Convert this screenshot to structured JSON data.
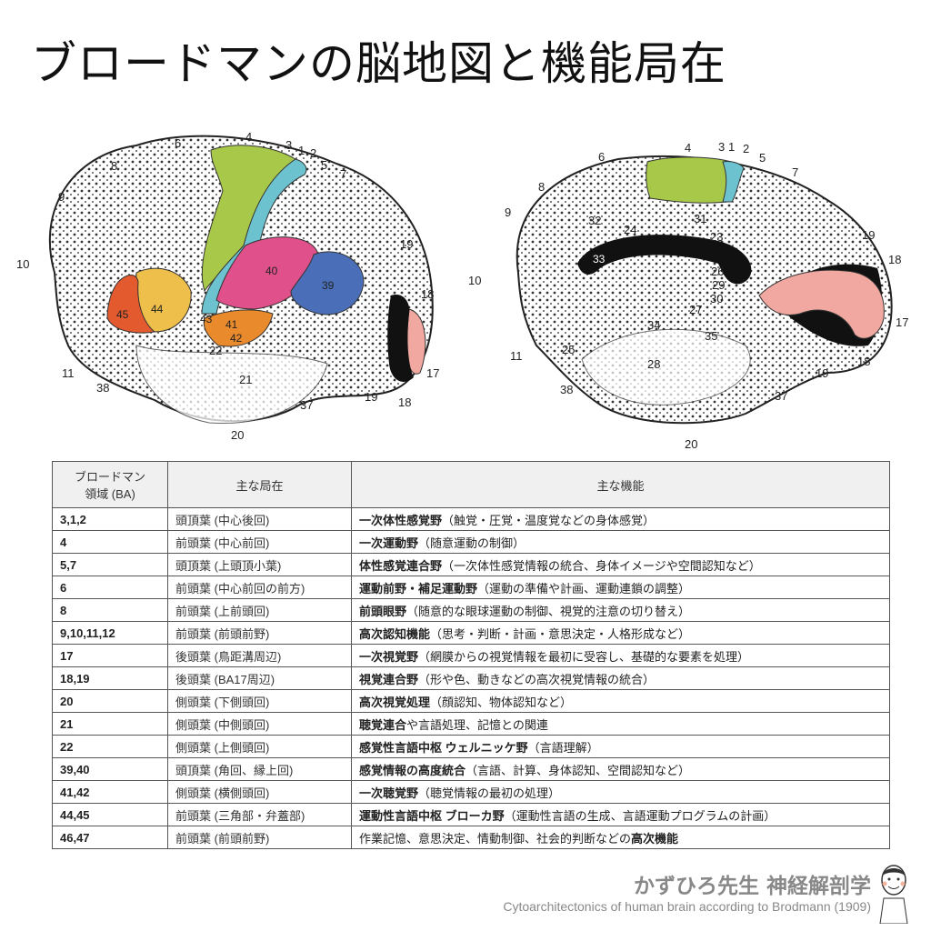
{
  "title": "ブロードマンの脳地図と機能局在",
  "lateral_labels": [
    "6",
    "4",
    "3",
    "1",
    "2",
    "5",
    "7",
    "8",
    "9",
    "10",
    "19",
    "40",
    "39",
    "44",
    "45",
    "43",
    "41",
    "42",
    "22",
    "21",
    "18",
    "17",
    "18",
    "11",
    "38",
    "37",
    "19",
    "20"
  ],
  "medial_labels": [
    "4",
    "3",
    "1",
    "2",
    "5",
    "6",
    "7",
    "8",
    "9",
    "32",
    "24",
    "31",
    "23",
    "10",
    "33",
    "26",
    "29",
    "30",
    "27",
    "34",
    "35",
    "25",
    "28",
    "11",
    "19",
    "18",
    "17",
    "18",
    "19",
    "37",
    "38",
    "20"
  ],
  "table": {
    "headers": [
      "ブロードマン\n領域 (BA)",
      "主な局在",
      "主な機能"
    ],
    "header_line1": "ブロードマン",
    "header_line2": "領域 (BA)",
    "header_loc": "主な局在",
    "header_func": "主な機能",
    "rows": [
      {
        "ba": "3,1,2",
        "loc": "頭頂葉 (中心後回)",
        "bold": "一次体性感覚野",
        "rest": "（触覚・圧覚・温度覚などの身体感覚）"
      },
      {
        "ba": "4",
        "loc": "前頭葉 (中心前回)",
        "bold": "一次運動野",
        "rest": "（随意運動の制御）"
      },
      {
        "ba": "5,7",
        "loc": "頭頂葉 (上頭頂小葉)",
        "bold": "体性感覚連合野",
        "rest": "（一次体性感覚情報の統合、身体イメージや空間認知など）"
      },
      {
        "ba": "6",
        "loc": "前頭葉 (中心前回の前方)",
        "bold": "運動前野・補足運動野",
        "rest": "（運動の準備や計画、運動連鎖の調整）"
      },
      {
        "ba": "8",
        "loc": "前頭葉 (上前頭回)",
        "bold": "前頭眼野",
        "rest": "（随意的な眼球運動の制御、視覚的注意の切り替え）"
      },
      {
        "ba": "9,10,11,12",
        "loc": "前頭葉 (前頭前野)",
        "bold": "高次認知機能",
        "rest": "（思考・判断・計画・意思決定・人格形成など）"
      },
      {
        "ba": "17",
        "loc": "後頭葉 (鳥距溝周辺)",
        "bold": "一次視覚野",
        "rest": "（網膜からの視覚情報を最初に受容し、基礎的な要素を処理）"
      },
      {
        "ba": "18,19",
        "loc": "後頭葉 (BA17周辺)",
        "bold": "視覚連合野",
        "rest": "（形や色、動きなどの高次視覚情報の統合）"
      },
      {
        "ba": "20",
        "loc": "側頭葉 (下側頭回)",
        "bold": "高次視覚処理",
        "rest": "（顔認知、物体認知など）"
      },
      {
        "ba": "21",
        "loc": "側頭葉 (中側頭回)",
        "bold": "聴覚連合",
        "rest": "や言語処理、記憶との関連"
      },
      {
        "ba": "22",
        "loc": "側頭葉 (上側頭回)",
        "bold": "感覚性言語中枢 ウェルニッケ野",
        "rest": "（言語理解）"
      },
      {
        "ba": "39,40",
        "loc": "頭頂葉 (角回、縁上回)",
        "bold": "感覚情報の高度統合",
        "rest": "（言語、計算、身体認知、空間認知など）"
      },
      {
        "ba": "41,42",
        "loc": "側頭葉 (横側頭回)",
        "bold": "一次聴覚野",
        "rest": "（聴覚情報の最初の処理）"
      },
      {
        "ba": "44,45",
        "loc": "前頭葉 (三角部・弁蓋部)",
        "bold": "運動性言語中枢 ブローカ野",
        "rest": "（運動性言語の生成、言語運動プログラムの計画）"
      },
      {
        "ba": "46,47",
        "loc": "前頭葉 (前頭前野)",
        "pre": "作業記憶、意思決定、情動制御、社会的判断などの",
        "bold": "高次機能"
      }
    ]
  },
  "credit": "かずひろ先生 神経解剖学",
  "subtitle": "Cytoarchitectonics of human brain according to Brodmann (1909)",
  "colors": {
    "green": "#a8c84a",
    "cyan": "#6cc3cf",
    "magenta": "#e0508a",
    "blue": "#4a6fb8",
    "orange": "#e98a2c",
    "yellow": "#eebf4a",
    "red": "#e25a2e",
    "pink": "#f0a8a0"
  }
}
